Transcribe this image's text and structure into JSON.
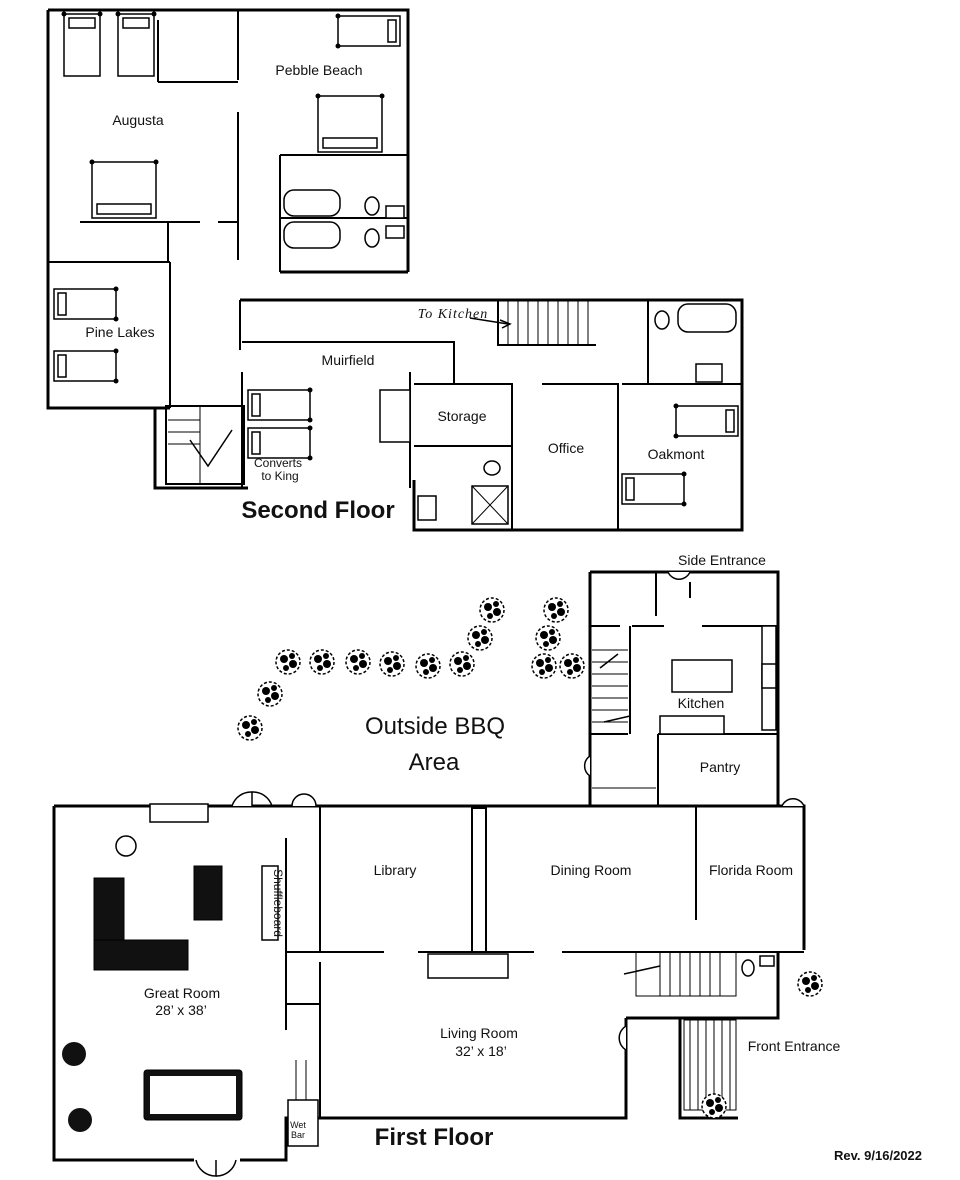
{
  "second_floor": {
    "title": "Second Floor",
    "rooms": {
      "augusta": "Augusta",
      "pebble_beach": "Pebble Beach",
      "pine_lakes": "Pine Lakes",
      "muirfield": "Muirfield",
      "storage": "Storage",
      "office": "Office",
      "oakmont": "Oakmont"
    },
    "notes": {
      "to_kitchen": "To Kitchen",
      "converts_line1": "Converts",
      "converts_line2": "to King"
    }
  },
  "first_floor": {
    "title": "First Floor",
    "rooms": {
      "side_entrance": "Side Entrance",
      "kitchen": "Kitchen",
      "pantry": "Pantry",
      "library": "Library",
      "dining_room": "Dining Room",
      "florida_room": "Florida Room",
      "great_room": "Great Room",
      "great_room_size": "28’ x 38’",
      "living_room": "Living Room",
      "living_room_size": "32’ x 18’",
      "front_entrance": "Front Entrance",
      "shuffleboard": "Shuffleboard",
      "wet_bar_line1": "Wet",
      "wet_bar_line2": "Bar"
    },
    "outdoor": {
      "bbq_line1": "Outside BBQ",
      "bbq_line2": "Area"
    }
  },
  "revision": "Rev. 9/16/2022"
}
